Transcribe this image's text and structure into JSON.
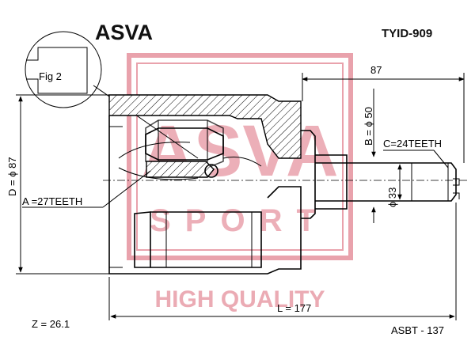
{
  "brand": "ASVA",
  "part_number": "TYID-909",
  "figure_label": "Fig 2",
  "watermark": {
    "text_top": "ASVA",
    "text_sport": "SPORT",
    "text_bottom": "HIGH QUALITY",
    "color": "#e9a2ac"
  },
  "dimensions": {
    "overall_right": "87",
    "d": "D = ϕ 87",
    "b": "B = ϕ 50",
    "shaft": "ϕ 33",
    "c": "C=24TEETH",
    "a": "A =27TEETH",
    "l": "L = 177",
    "z": "Z = 26.1"
  },
  "footer_code": "ASBT - 137"
}
